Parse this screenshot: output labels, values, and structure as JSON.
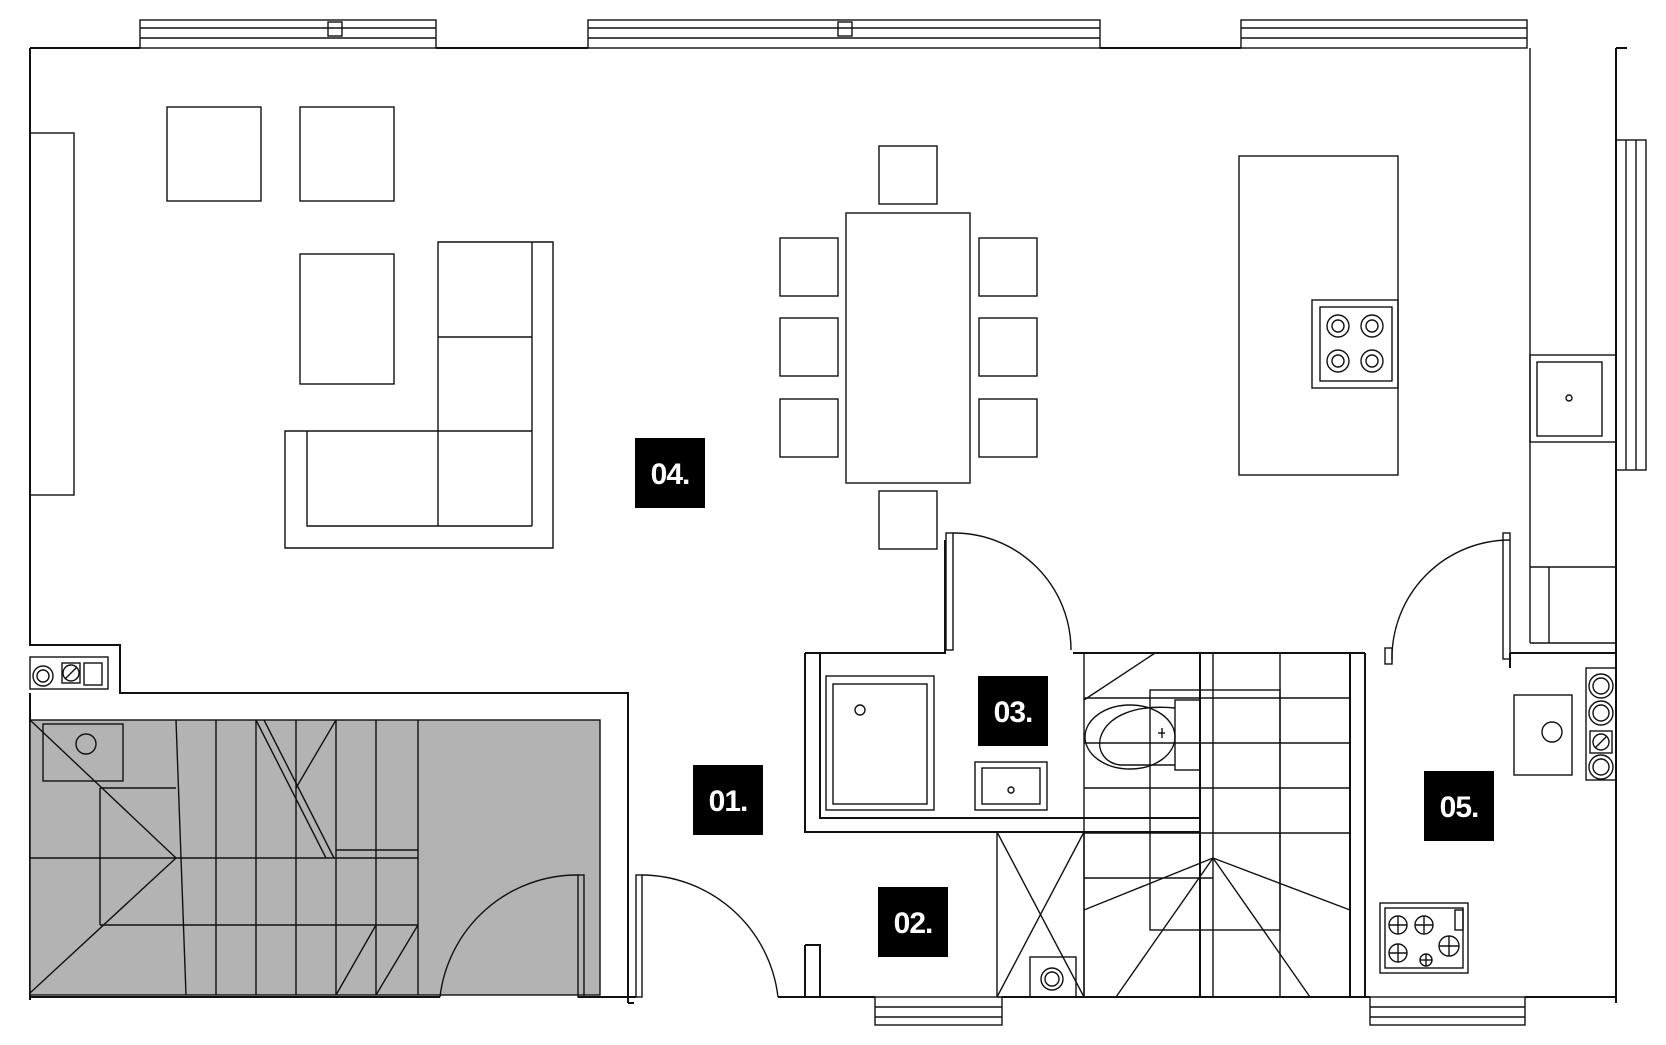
{
  "rooms": [
    {
      "id": "01",
      "label": "01."
    },
    {
      "id": "02",
      "label": "02."
    },
    {
      "id": "03",
      "label": "03."
    },
    {
      "id": "04",
      "label": "04."
    },
    {
      "id": "05",
      "label": "05."
    }
  ]
}
